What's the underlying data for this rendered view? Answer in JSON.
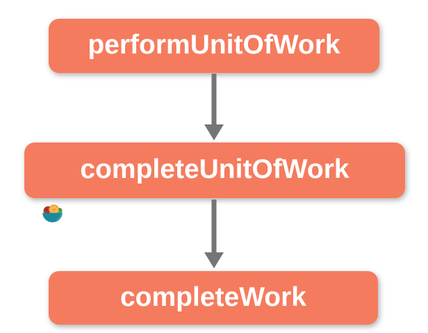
{
  "diagram": {
    "type": "flowchart",
    "direction": "top-down",
    "nodes": [
      {
        "id": "performUnitOfWork",
        "label": "performUnitOfWork"
      },
      {
        "id": "completeUnitOfWork",
        "label": "completeUnitOfWork"
      },
      {
        "id": "completeWork",
        "label": "completeWork"
      }
    ],
    "edges": [
      {
        "from": "performUnitOfWork",
        "to": "completeUnitOfWork"
      },
      {
        "from": "completeUnitOfWork",
        "to": "completeWork"
      }
    ],
    "icons": [
      {
        "name": "fruit-bowl-icon",
        "description": "small bowl with fruit (watermelon, orange slice, lime)"
      }
    ],
    "colors": {
      "background": "#FFFFFF",
      "node_fill": "#F57B5E",
      "node_text": "#FFFFFF",
      "arrow": "#757575",
      "bowl_teal": "#1B8A9C",
      "fruit_red": "#A93A2C",
      "fruit_orange": "#F39C2D",
      "fruit_orange_inner": "#F8C471",
      "fruit_green": "#4CAF50"
    }
  }
}
